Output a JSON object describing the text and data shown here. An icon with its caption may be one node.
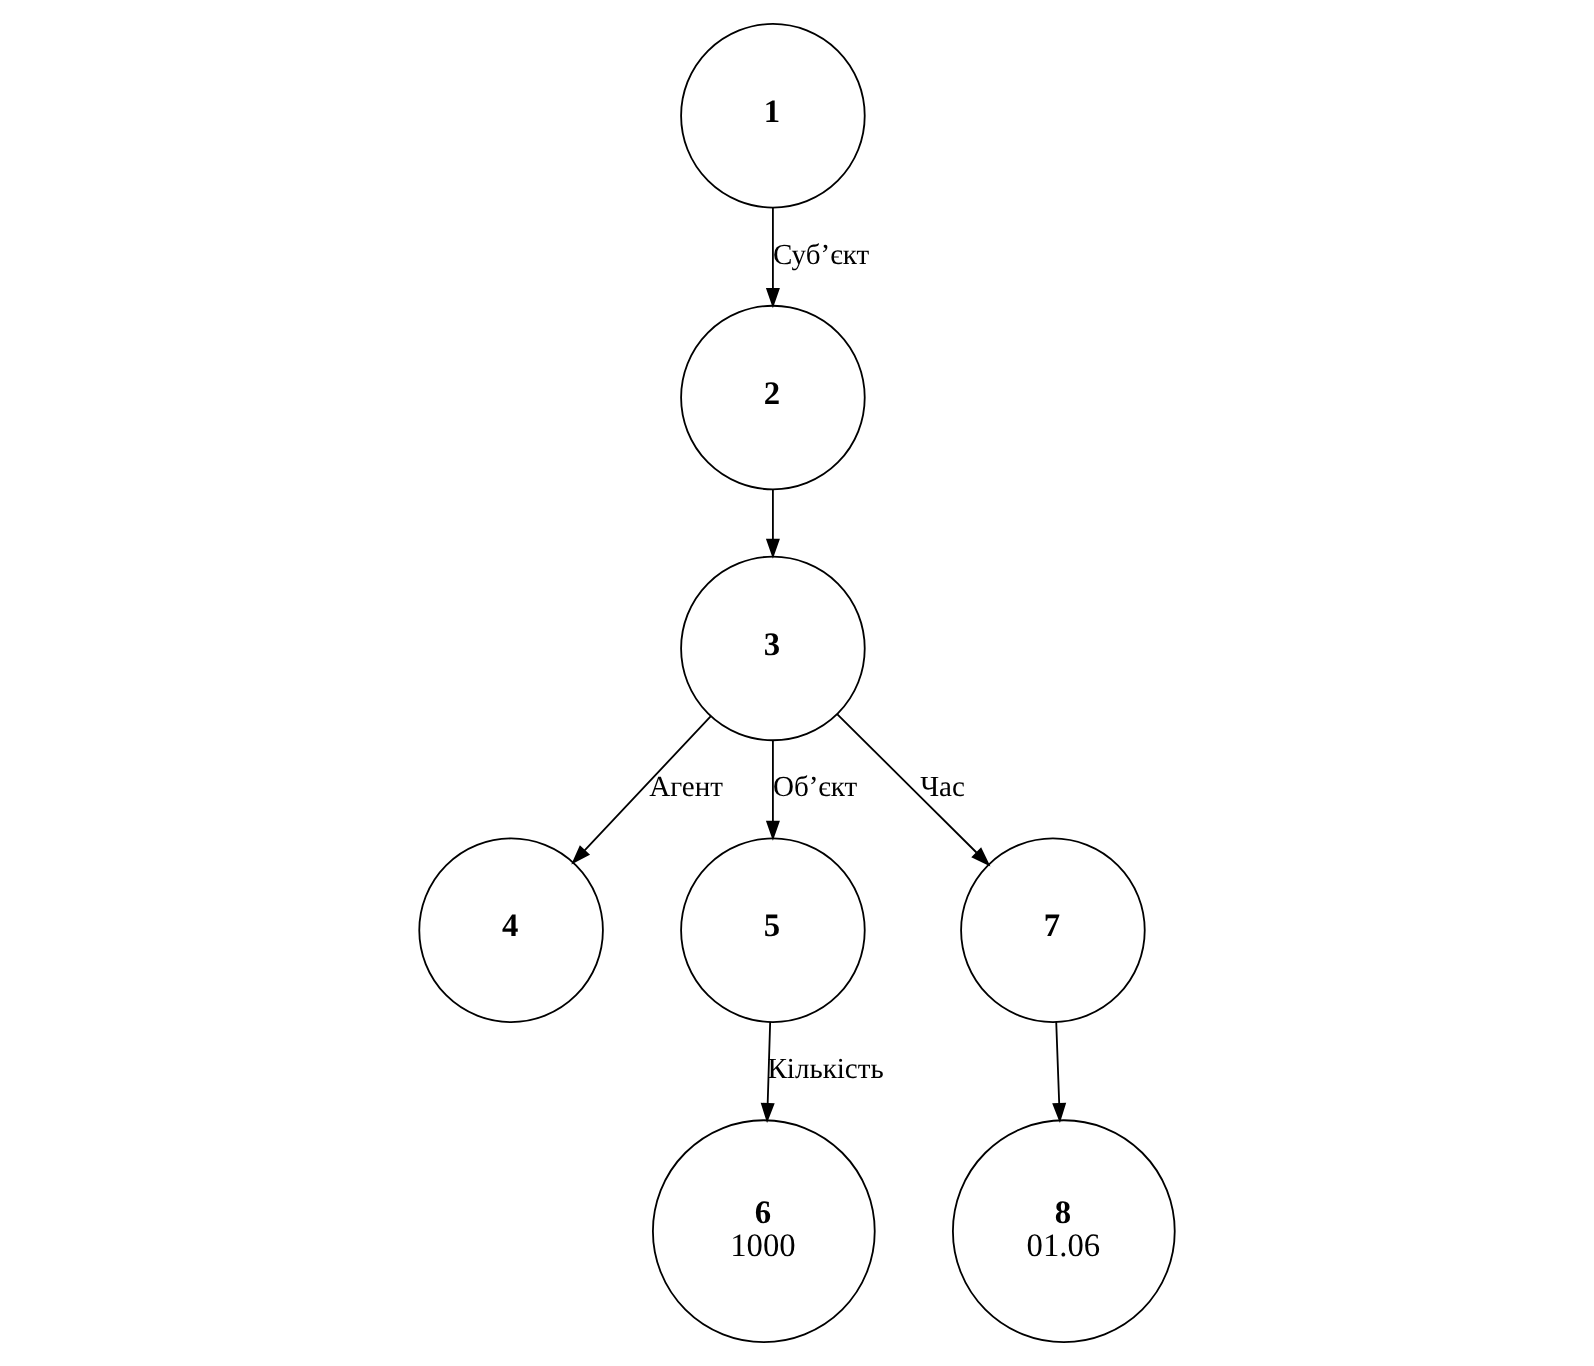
{
  "diagram": {
    "nodes": [
      {
        "text": [
          "1"
        ]
      },
      {
        "text": [
          "2"
        ]
      },
      {
        "text": [
          "3"
        ]
      },
      {
        "text": [
          "4"
        ]
      },
      {
        "text": [
          "5"
        ]
      },
      {
        "text": [
          "6",
          "1000"
        ]
      },
      {
        "text": [
          "7"
        ]
      },
      {
        "text": [
          "8",
          "01.06"
        ]
      }
    ],
    "edges": [
      {
        "from": 0,
        "to": 1,
        "arrow": "to",
        "label": "Суб’єкт"
      },
      {
        "from": 1,
        "to": 2,
        "arrow": "to"
      },
      {
        "from": 2,
        "to": 3,
        "arrow": "to",
        "label": "Агент"
      },
      {
        "from": 2,
        "to": 4,
        "arrow": "to",
        "label": "Об’єкт"
      },
      {
        "from": 2,
        "to": 6,
        "arrow": "to",
        "label": "Час"
      },
      {
        "from": 4,
        "to": 5,
        "arrow": "to",
        "label": "Кількість"
      },
      {
        "from": 6,
        "to": 7,
        "arrow": "to"
      }
    ]
  }
}
